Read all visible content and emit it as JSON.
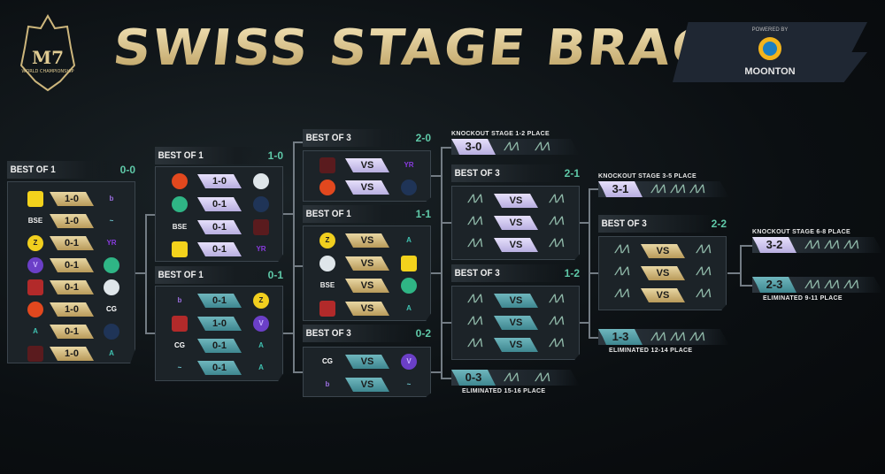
{
  "header": {
    "title": "SWISS STAGE BRACKET",
    "event_logo": {
      "text": "M7 WORLD CHAMPIONSHIP",
      "color": "#d9c48e"
    },
    "sponsor": {
      "powered_by": "POWERED BY",
      "name": "MOONTON"
    }
  },
  "colors": {
    "gold": "#d6c08a",
    "lavender": "#d3cbf2",
    "teal": "#58a3ab",
    "record": "#5fc9a8",
    "box": "#1c2328"
  },
  "rounds": [
    {
      "id": "r00",
      "format": "BEST OF 1",
      "record": "0-0",
      "color": "gold",
      "matches": [
        {
          "left": "yellow-eagle-logo",
          "score": "1-0",
          "right": "purple-b-logo"
        },
        {
          "left": "bse-logo",
          "score": "1-0",
          "right": "shark-logo"
        },
        {
          "left": "yellow-z-logo",
          "score": "0-1",
          "right": "purple-yr-logo"
        },
        {
          "left": "purple-v-logo",
          "score": "0-1",
          "right": "green-falcon-logo"
        },
        {
          "left": "red-crest-logo",
          "score": "0-1",
          "right": "white-dragon-logo"
        },
        {
          "left": "red-phoenix-logo",
          "score": "1-0",
          "right": "cg-logo"
        },
        {
          "left": "teal-a-logo",
          "score": "0-1",
          "right": "liquid-horse-logo"
        },
        {
          "left": "dark-crest-logo",
          "score": "1-0",
          "right": "teal-a-logo"
        }
      ]
    },
    {
      "id": "r10",
      "format": "BEST OF 1",
      "record": "1-0",
      "color": "lav",
      "matches": [
        {
          "left": "red-phoenix-logo",
          "score": "1-0",
          "right": "white-dragon-logo"
        },
        {
          "left": "green-falcon-logo",
          "score": "0-1",
          "right": "liquid-horse-logo"
        },
        {
          "left": "bse-logo",
          "score": "0-1",
          "right": "dark-crest-logo"
        },
        {
          "left": "yellow-eagle-logo",
          "score": "0-1",
          "right": "purple-yr-logo"
        }
      ]
    },
    {
      "id": "r01",
      "format": "BEST OF 1",
      "record": "0-1",
      "color": "teal",
      "matches": [
        {
          "left": "purple-b-logo",
          "score": "0-1",
          "right": "yellow-z-logo"
        },
        {
          "left": "red-crest-logo",
          "score": "1-0",
          "right": "purple-v-logo"
        },
        {
          "left": "cg-logo",
          "score": "0-1",
          "right": "teal-a-logo"
        },
        {
          "left": "shark-logo",
          "score": "0-1",
          "right": "teal-a-logo"
        }
      ]
    },
    {
      "id": "r20",
      "format": "BEST OF 3",
      "record": "2-0",
      "color": "lav",
      "matches": [
        {
          "left": "dark-crest-logo",
          "score": "VS",
          "right": "purple-yr-logo"
        },
        {
          "left": "red-phoenix-logo",
          "score": "VS",
          "right": "liquid-horse-logo"
        }
      ]
    },
    {
      "id": "r11",
      "format": "BEST OF 1",
      "record": "1-1",
      "color": "gold",
      "matches": [
        {
          "left": "yellow-z-logo",
          "score": "VS",
          "right": "teal-a-logo"
        },
        {
          "left": "white-dragon-logo",
          "score": "VS",
          "right": "yellow-eagle-logo"
        },
        {
          "left": "bse-logo",
          "score": "VS",
          "right": "green-falcon-logo"
        },
        {
          "left": "red-crest-logo",
          "score": "VS",
          "right": "teal-a-logo"
        }
      ]
    },
    {
      "id": "r02",
      "format": "BEST OF 3",
      "record": "0-2",
      "color": "teal",
      "matches": [
        {
          "left": "cg-logo",
          "score": "VS",
          "right": "purple-v-logo"
        },
        {
          "left": "purple-b-logo",
          "score": "VS",
          "right": "shark-logo"
        }
      ]
    },
    {
      "id": "r21",
      "format": "BEST OF 3",
      "record": "2-1",
      "color": "lav",
      "matches": [
        {
          "left": "tbd-logo",
          "score": "VS",
          "right": "tbd-logo"
        },
        {
          "left": "tbd-logo",
          "score": "VS",
          "right": "tbd-logo"
        },
        {
          "left": "tbd-logo",
          "score": "VS",
          "right": "tbd-logo"
        }
      ]
    },
    {
      "id": "r12",
      "format": "BEST OF 3",
      "record": "1-2",
      "color": "teal",
      "matches": [
        {
          "left": "tbd-logo",
          "score": "VS",
          "right": "tbd-logo"
        },
        {
          "left": "tbd-logo",
          "score": "VS",
          "right": "tbd-logo"
        },
        {
          "left": "tbd-logo",
          "score": "VS",
          "right": "tbd-logo"
        }
      ]
    },
    {
      "id": "r22",
      "format": "BEST OF 3",
      "record": "2-2",
      "color": "gold",
      "matches": [
        {
          "left": "tbd-logo",
          "score": "VS",
          "right": "tbd-logo"
        },
        {
          "left": "tbd-logo",
          "score": "VS",
          "right": "tbd-logo"
        },
        {
          "left": "tbd-logo",
          "score": "VS",
          "right": "tbd-logo"
        }
      ]
    }
  ],
  "outcomes": [
    {
      "id": "o30",
      "label": "KNOCKOUT STAGE 1-2 PLACE",
      "record": "3-0",
      "color": "lav",
      "slots": 2,
      "label_position": "above"
    },
    {
      "id": "o03",
      "label": "ELIMINATED 15-16 PLACE",
      "record": "0-3",
      "color": "teal",
      "slots": 2,
      "label_position": "below"
    },
    {
      "id": "o31",
      "label": "KNOCKOUT STAGE 3-5 PLACE",
      "record": "3-1",
      "color": "lav",
      "slots": 3,
      "label_position": "above"
    },
    {
      "id": "o13",
      "label": "ELIMINATED 12-14 PLACE",
      "record": "1-3",
      "color": "teal",
      "slots": 3,
      "label_position": "below"
    },
    {
      "id": "o32",
      "label": "KNOCKOUT STAGE 6-8 PLACE",
      "record": "3-2",
      "color": "lav",
      "slots": 3,
      "label_position": "above"
    },
    {
      "id": "o23",
      "label": "ELIMINATED 9-11 PLACE",
      "record": "2-3",
      "color": "teal",
      "slots": 3,
      "label_position": "below"
    }
  ]
}
